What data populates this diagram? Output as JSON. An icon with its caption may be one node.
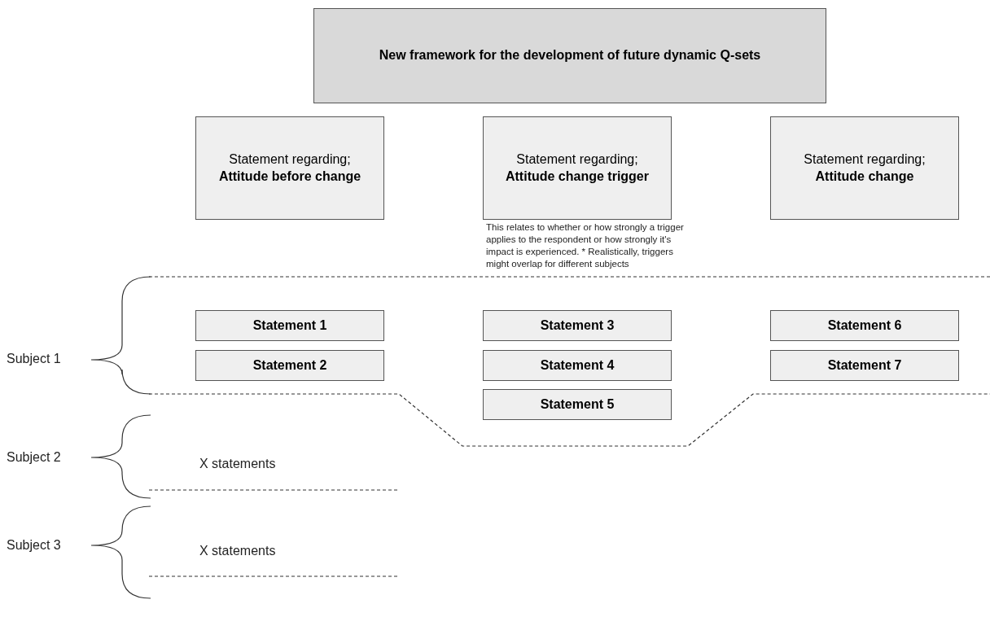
{
  "diagram": {
    "nodes": [
      {
        "text": [
          "New framework for the development of future dynamic Q-sets"
        ]
      },
      {
        "text": [
          "Statement regarding;",
          "Attitude before change"
        ]
      },
      {
        "text": [
          "Statement regarding;",
          "Attitude change trigger"
        ],
        "beside": [
          "This relates to whether or how strongly a trigger applies to the respondent or how strongly it's impact is experienced. * Realistically, triggers might overlap for different subjects"
        ]
      },
      {
        "text": [
          "Statement regarding;",
          "Attitude change"
        ]
      },
      {
        "text": [
          "Statement 1"
        ]
      },
      {
        "text": [
          "Statement 2"
        ]
      },
      {
        "text": [
          "Statement 3"
        ]
      },
      {
        "text": [
          "Statement 4"
        ]
      },
      {
        "text": [
          "Statement 5"
        ]
      },
      {
        "text": [
          "Statement 6"
        ]
      },
      {
        "text": [
          "Statement 7"
        ]
      }
    ],
    "labels": [
      "Subject 1",
      "Subject 2",
      "X statements",
      "Subject 3",
      "X statements"
    ]
  }
}
